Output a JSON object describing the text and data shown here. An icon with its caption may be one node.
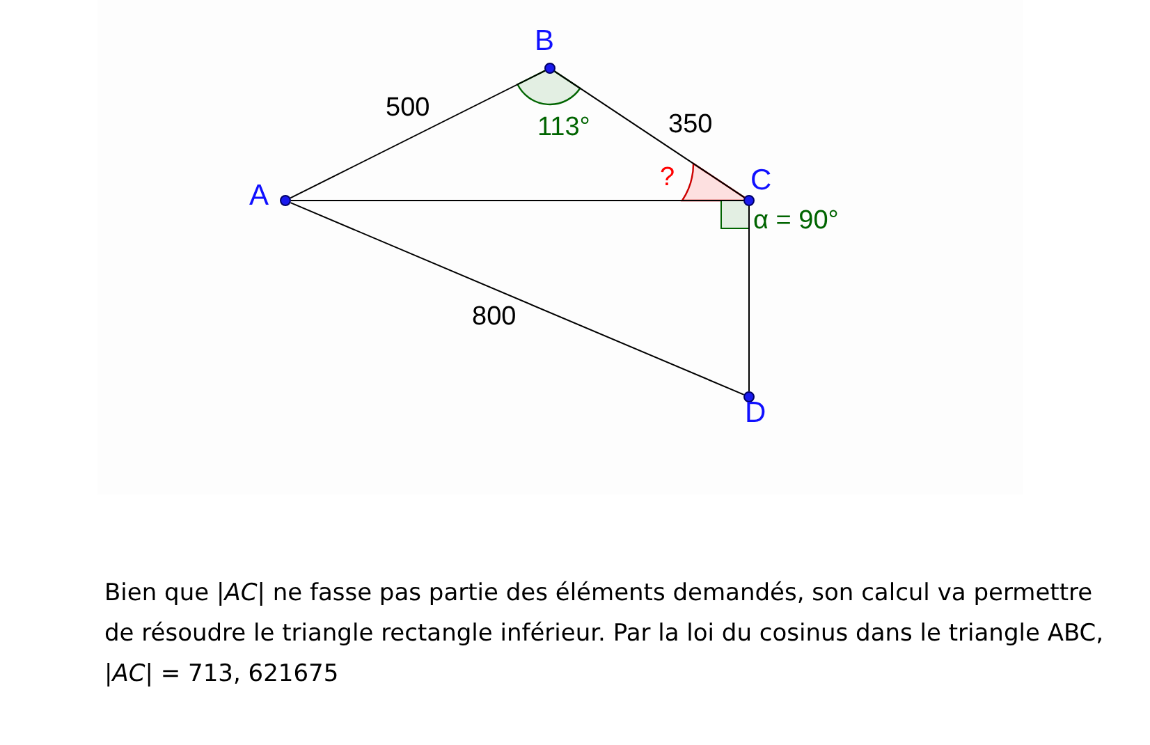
{
  "diagram": {
    "caption": "Bien que |*AC*| ne fasse pas partie des éléments demandés, son calcul va permettre de résoudre le triangle rectangle inférieur. Par la loi du cosinus dans le triangle ABC, |*AC*| = 713, 621675",
    "nodes": [
      {
        "text": [
          "A"
        ]
      },
      {
        "text": [
          "B"
        ]
      },
      {
        "text": [
          "C"
        ]
      },
      {
        "text": [
          "D"
        ]
      }
    ],
    "edges": [
      {
        "from": 0,
        "to": 1,
        "arrow": "none",
        "label": "500"
      },
      {
        "from": 1,
        "to": 2,
        "arrow": "none",
        "label": "350"
      },
      {
        "from": 0,
        "to": 2,
        "arrow": "none"
      },
      {
        "from": 0,
        "to": 3,
        "arrow": "none",
        "label": "800"
      },
      {
        "from": 2,
        "to": 3,
        "arrow": "none"
      }
    ],
    "labels": [
      "113°",
      "?",
      "α = 90°"
    ]
  }
}
